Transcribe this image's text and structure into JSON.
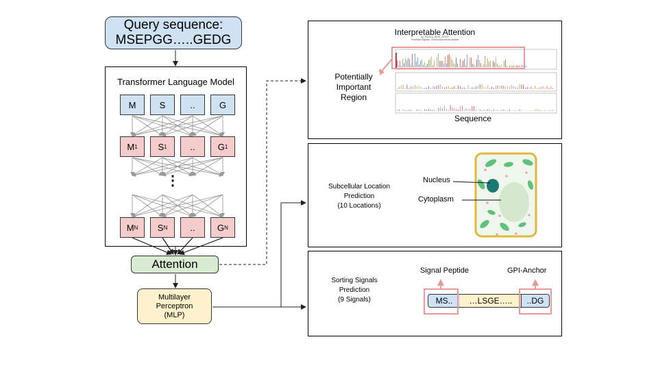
{
  "query": {
    "line1": "Query sequence:",
    "line2": "MSEPGG…..GEDG"
  },
  "transformer": {
    "title": "Transformer  Language Model",
    "input_tokens": [
      "M",
      "S",
      "..",
      "G"
    ],
    "layer1_tokens": [
      {
        "base": "M",
        "sub": "1"
      },
      {
        "base": "S",
        "sub": "1"
      },
      {
        "base": "..",
        "sub": ""
      },
      {
        "base": "G",
        "sub": "1"
      }
    ],
    "layerN_tokens": [
      {
        "base": "M",
        "sub": "N"
      },
      {
        "base": "S",
        "sub": "N"
      },
      {
        "base": "..",
        "sub": ""
      },
      {
        "base": "G",
        "sub": "N"
      }
    ],
    "ellipsis": "⋮"
  },
  "attention": {
    "label": "Attention"
  },
  "mlp": {
    "line1": "Multilayer",
    "line2": "Perceptron",
    "line3": "(MLP)"
  },
  "interpretable": {
    "title": "Interpretable Attention",
    "potential_region": {
      "line1": "Potentially",
      "line2": "Important",
      "line3": "Region"
    },
    "xlabel": "Sequence",
    "plot_title_line1": "sp_P61413_SK18_SPICE",
    "plot_title_line2": "Predicted Signals: Chloroplast transit peptide"
  },
  "subcellular": {
    "line1": "Subcellular Location",
    "line2": "Prediction",
    "line3": "(10 Locations)",
    "nucleus_label": "Nucleus",
    "cytoplasm_label": "Cytoplasm"
  },
  "sorting": {
    "line1": "Sorting Signals",
    "line2": "Prediction",
    "line3": "(9 Signals)",
    "signal_peptide_label": "Signal Peptide",
    "gpi_anchor_label": "GPI-Anchor",
    "seq_start": "MS..",
    "seq_middle": "…LSGE…..",
    "seq_end": "..DG"
  },
  "colors": {
    "blue": "#cfe2f3",
    "pink": "#f4cccc",
    "green": "#d9ead3",
    "yellow": "#fff2cc",
    "highlight": "#ea9999",
    "cell_border": "#e1b73d",
    "cell_fill": "#eef6ee",
    "nucleus": "#1a7a72",
    "chloroplast": "#5fc17b"
  }
}
